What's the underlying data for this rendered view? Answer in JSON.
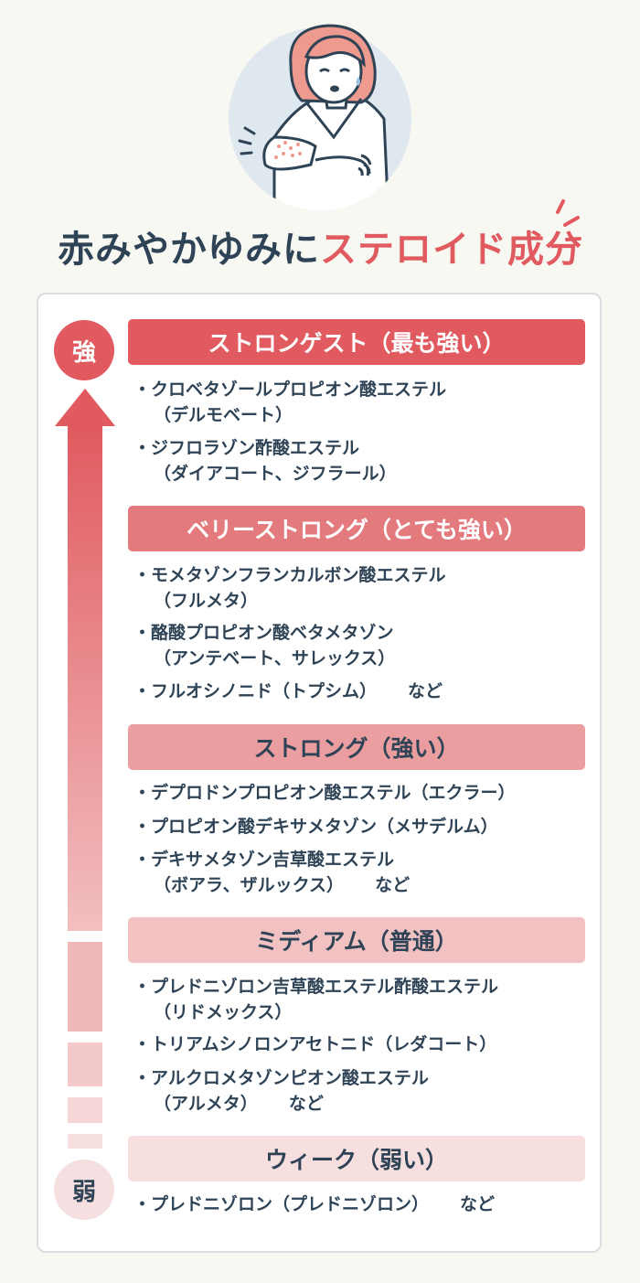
{
  "title": {
    "part1": "赤みやかゆみに",
    "part2": "ステロイド成分"
  },
  "scale": {
    "strong_label": "強",
    "weak_label": "弱"
  },
  "levels": [
    {
      "label": "ストロンゲスト（最も強い）",
      "items": [
        {
          "name": "クロベタゾールプロピオン酸エステル",
          "sub": "（デルモベート）"
        },
        {
          "name": "ジフロラゾン酢酸エステル",
          "sub": "（ダイアコート、ジフラール）"
        }
      ]
    },
    {
      "label": "ベリーストロング（とても強い）",
      "items": [
        {
          "name": "モメタゾンフランカルボン酸エステル",
          "sub": "（フルメタ）"
        },
        {
          "name": "酪酸プロピオン酸ベタメタゾン",
          "sub": "（アンテベート、サレックス）"
        },
        {
          "name": "フルオシノニド（トプシム）",
          "etc": "など"
        }
      ]
    },
    {
      "label": "ストロング（強い）",
      "items": [
        {
          "name": "デプロドンプロピオン酸エステル（エクラー）"
        },
        {
          "name": "プロピオン酸デキサメタゾン（メサデルム）"
        },
        {
          "name": "デキサメタゾン吉草酸エステル",
          "sub": "（ボアラ、ザルックス）",
          "etc": "など"
        }
      ]
    },
    {
      "label": "ミディアム（普通）",
      "items": [
        {
          "name": "プレドニゾロン吉草酸エステル酢酸エステル",
          "sub": "（リドメックス）"
        },
        {
          "name": "トリアムシノロンアセトニド（レダコート）"
        },
        {
          "name": "アルクロメタゾンピオン酸エステル",
          "sub": "（アルメタ）",
          "etc": "など"
        }
      ]
    },
    {
      "label": "ウィーク（弱い）",
      "items": [
        {
          "name": "プレドニゾロン（プレドニゾロン）",
          "etc": "など"
        }
      ]
    }
  ],
  "colors": {
    "accent": "#e05a5f",
    "text": "#2f4356",
    "background": "#f8f8f3",
    "icon_circle": "#dfe7ef",
    "hair": "#ef9a8e"
  },
  "icons": [
    "woman-scratching-arm-illustration",
    "emphasis-lines-icon"
  ]
}
